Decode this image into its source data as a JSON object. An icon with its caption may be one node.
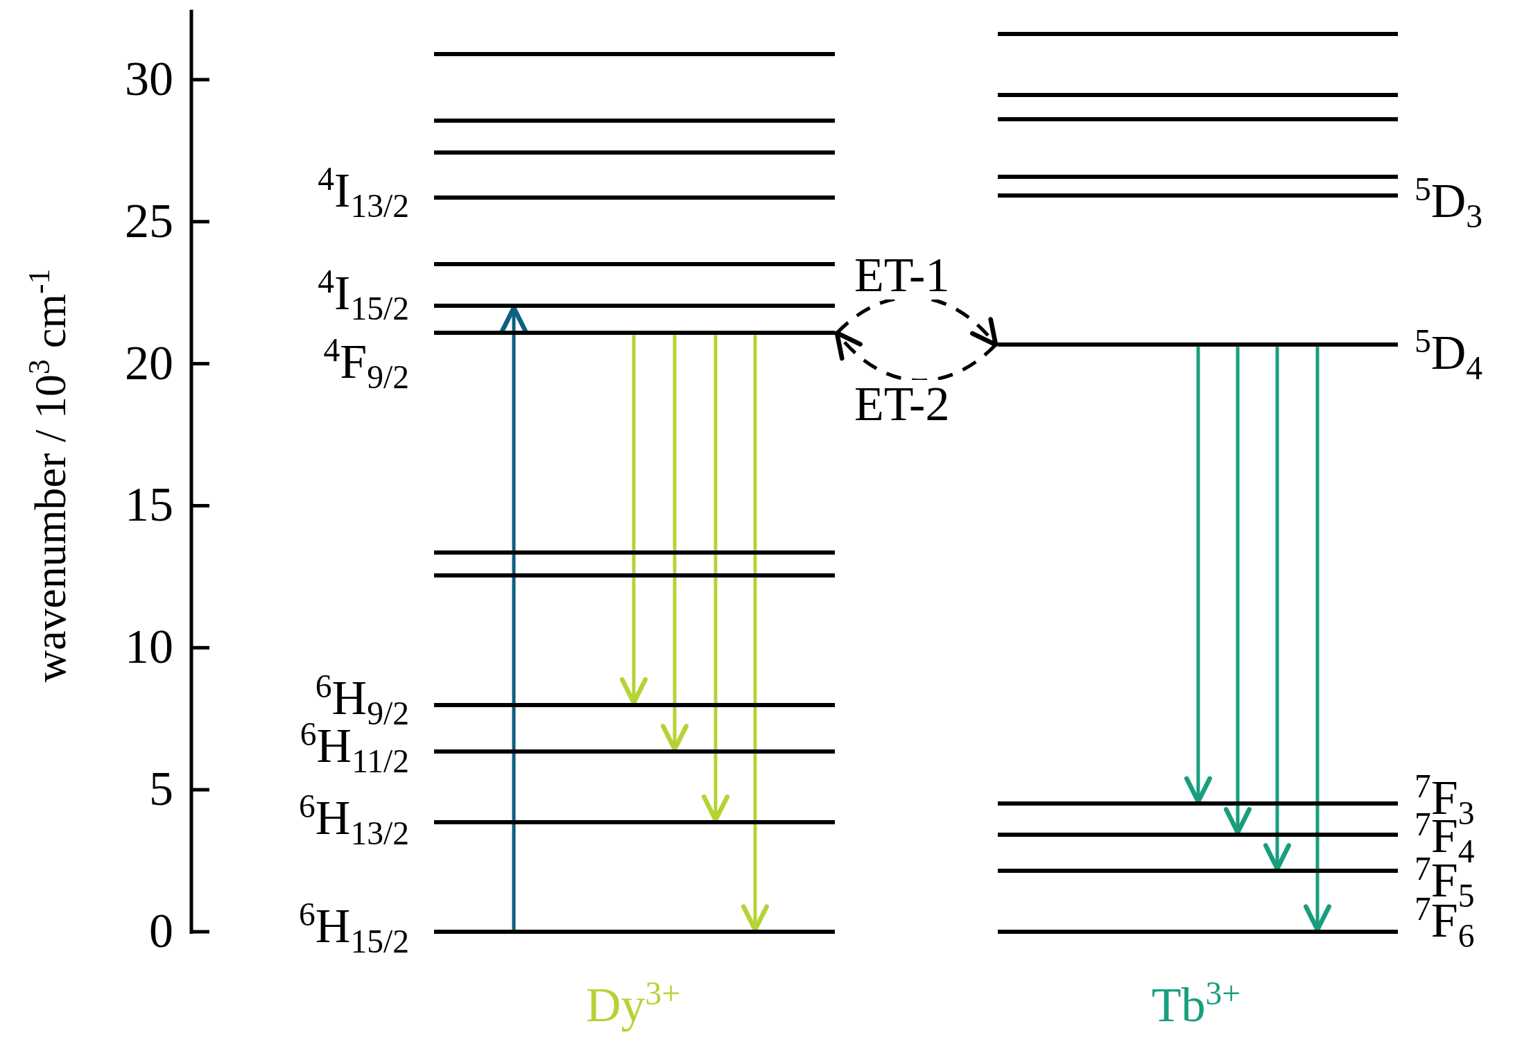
{
  "diagram": {
    "nodes": [
      {
        "text": [],
        "shape": "bar"
      },
      {
        "text": [],
        "shape": "bar"
      },
      {
        "text": [],
        "shape": "bar"
      },
      {
        "text": [
          "$^{4}$I$_{13/2}$"
        ]
      },
      {
        "text": [],
        "shape": "bar"
      },
      {
        "text": [
          "$^{4}$I$_{15/2}$"
        ]
      },
      {
        "text": [
          "$^{4}$F$_{9/2}$"
        ]
      },
      {
        "text": [],
        "shape": "bar"
      },
      {
        "text": [],
        "shape": "bar"
      },
      {
        "text": [
          "$^{6}$H$_{9/2}$"
        ]
      },
      {
        "text": [
          "$^{6}$H$_{11/2}$"
        ]
      },
      {
        "text": [
          "$^{6}$H$_{13/2}$"
        ]
      },
      {
        "text": [
          "$^{6}$H$_{15/2}$"
        ]
      },
      {
        "text": [],
        "shape": "bar"
      },
      {
        "text": [],
        "shape": "bar"
      },
      {
        "text": [],
        "shape": "bar"
      },
      {
        "text": [],
        "shape": "bar"
      },
      {
        "text": [
          "$^{5}$D$_{3}$"
        ]
      },
      {
        "text": [
          "$^{5}$D$_{4}$"
        ]
      },
      {
        "text": [
          "$^{7}$F$_{3}$"
        ]
      },
      {
        "text": [
          "$^{7}$F$_{4}$"
        ]
      },
      {
        "text": [
          "$^{7}$F$_{5}$"
        ]
      },
      {
        "text": [
          "$^{7}$F$_{6}$"
        ]
      }
    ],
    "edges": [
      {
        "from": 12,
        "to": 5,
        "arrow": "to",
        "color": "#0f5f80"
      },
      {
        "from": 6,
        "to": 9,
        "arrow": "to",
        "color": "#b5d334"
      },
      {
        "from": 6,
        "to": 10,
        "arrow": "to",
        "color": "#b5d334"
      },
      {
        "from": 6,
        "to": 11,
        "arrow": "to",
        "color": "#b5d334"
      },
      {
        "from": 6,
        "to": 12,
        "arrow": "to",
        "color": "#b5d334"
      },
      {
        "from": 6,
        "to": 18,
        "arrow": "to",
        "label": "ET-1",
        "style": "dashed",
        "color": "#000000"
      },
      {
        "from": 18,
        "to": 6,
        "arrow": "to",
        "label": "ET-2",
        "style": "dashed",
        "color": "#000000"
      },
      {
        "from": 18,
        "to": 19,
        "arrow": "to",
        "color": "#189e7e"
      },
      {
        "from": 18,
        "to": 20,
        "arrow": "to",
        "color": "#189e7e"
      },
      {
        "from": 18,
        "to": 21,
        "arrow": "to",
        "color": "#189e7e"
      },
      {
        "from": 18,
        "to": 22,
        "arrow": "to",
        "color": "#189e7e"
      }
    ],
    "labels": [
      "wavenumber / 10$^{3}$ cm$^{-1}$",
      "30",
      "25",
      "20",
      "15",
      "10",
      "5",
      "0",
      "Dy$^{3+}$",
      "Tb$^{3+}$"
    ]
  }
}
